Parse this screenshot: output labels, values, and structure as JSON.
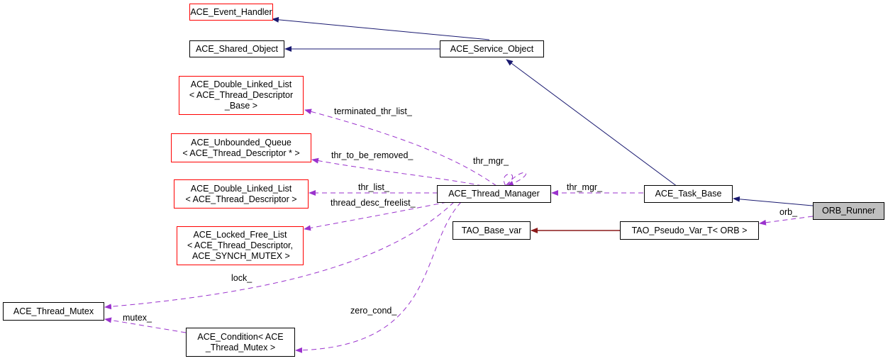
{
  "colors": {
    "inheritance": "#191970",
    "usage": "#9a32cd",
    "template": "#8b1a1a",
    "undocumented_border": "#ff0000",
    "focus_fill": "#bfbfbf"
  },
  "nodes": {
    "ace_event_handler": "ACE_Event_Handler",
    "ace_shared_object": "ACE_Shared_Object",
    "ace_service_object": "ACE_Service_Object",
    "ace_dll_base": "ACE_Double_Linked_List\n< ACE_Thread_Descriptor\n_Base >",
    "ace_unbounded_queue": "ACE_Unbounded_Queue\n< ACE_Thread_Descriptor * >",
    "ace_dll": "ACE_Double_Linked_List\n< ACE_Thread_Descriptor >",
    "ace_locked_free_list": "ACE_Locked_Free_List\n< ACE_Thread_Descriptor,\n ACE_SYNCH_MUTEX >",
    "ace_thread_mutex": "ACE_Thread_Mutex",
    "ace_condition": "ACE_Condition< ACE\n_Thread_Mutex >",
    "ace_thread_manager": "ACE_Thread_Manager",
    "tao_base_var": "TAO_Base_var",
    "ace_task_base": "ACE_Task_Base",
    "tao_pseudo_var": "TAO_Pseudo_Var_T< ORB >",
    "orb_runner": "ORB_Runner"
  },
  "edge_labels": {
    "terminated_thr_list": "terminated_thr_list_",
    "thr_to_be_removed": "thr_to_be_removed_",
    "thr_list": "thr_list_",
    "thread_desc_freelist": "thread_desc_freelist_",
    "thr_mgr_self": "thr_mgr_",
    "thr_mgr": "thr_mgr_",
    "orb": "orb_",
    "lock": "lock_",
    "mutex": "mutex_",
    "zero_cond": "zero_cond_"
  }
}
